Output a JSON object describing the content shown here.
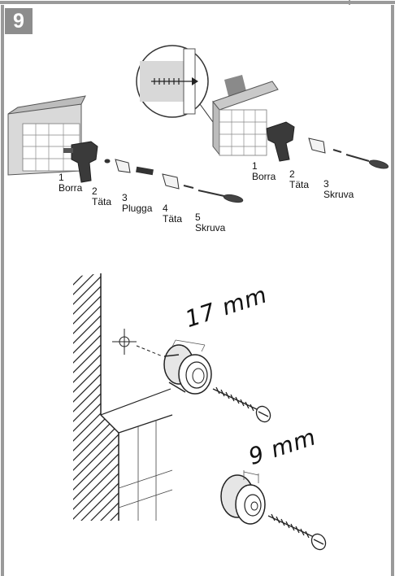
{
  "step": "9",
  "steps_left": [
    {
      "num": "1",
      "label": "Borra"
    },
    {
      "num": "2",
      "label": "Täta"
    },
    {
      "num": "3",
      "label": "Plugga"
    },
    {
      "num": "4",
      "label": "Täta"
    },
    {
      "num": "5",
      "label": "Skruva"
    }
  ],
  "steps_right": [
    {
      "num": "1",
      "label": "Borra"
    },
    {
      "num": "2",
      "label": "Täta"
    },
    {
      "num": "3",
      "label": "Skruva"
    }
  ],
  "dimensions": {
    "large": "17 mm",
    "small": "9 mm"
  }
}
